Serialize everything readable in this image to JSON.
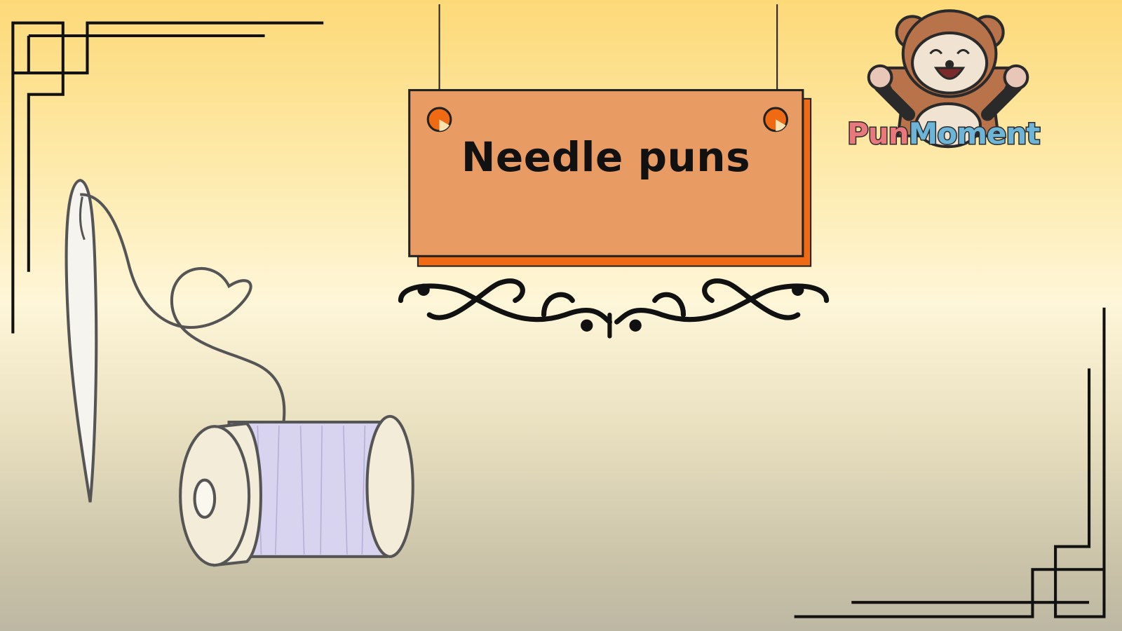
{
  "sign": {
    "title": "Needle puns"
  },
  "logo": {
    "brand_parts": [
      "Pun",
      "Moment"
    ],
    "colors": {
      "pun": "#e9787c",
      "u": "#f0c04a",
      "moment": "#6cb4d8"
    }
  },
  "colors": {
    "sign_fill": "#e89b62",
    "sign_shadow": "#ef6a12",
    "thread": "#d8d4ef",
    "spool": "#f2ecd8"
  }
}
